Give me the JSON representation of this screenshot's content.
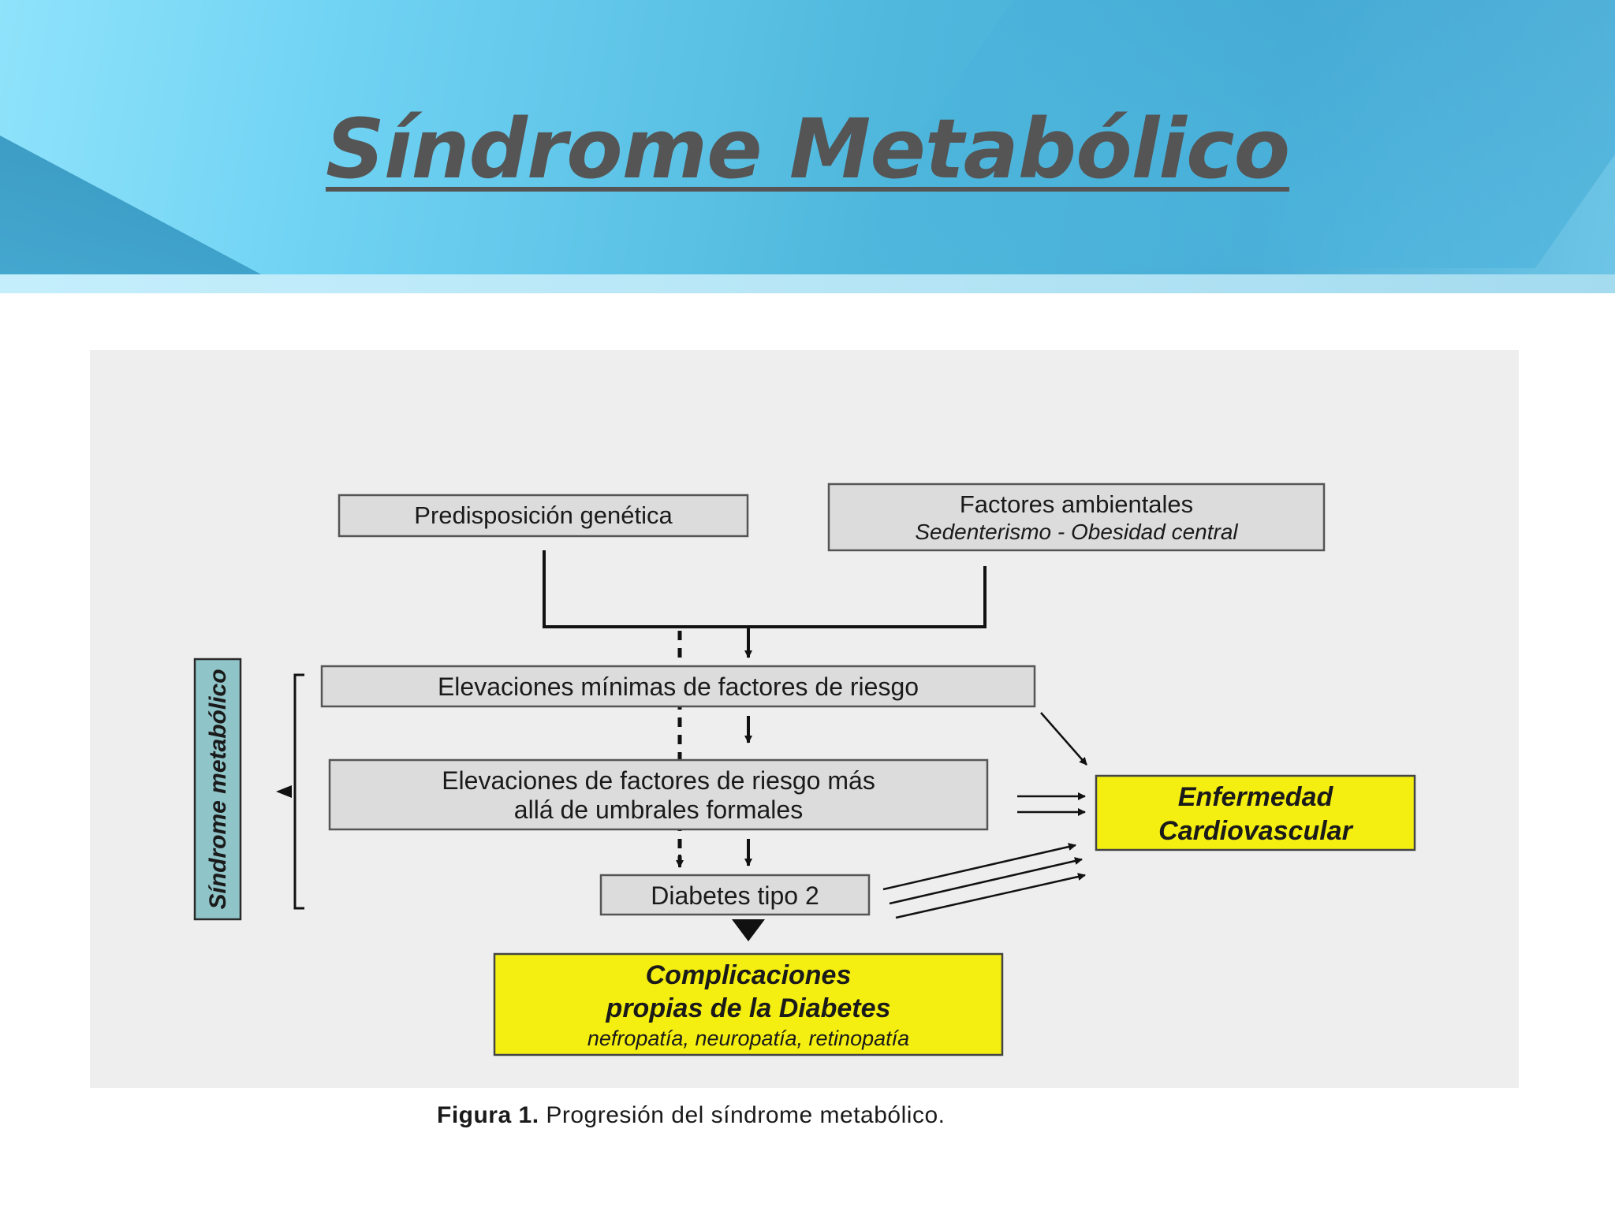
{
  "slide": {
    "title": "Síndrome Metabólico"
  },
  "diagram": {
    "side_label": "Síndrome metabólico",
    "nodes": {
      "genetic": "Predisposición genética",
      "environment": {
        "line1": "Factores ambientales",
        "line2": "Sedenterismo - Obesidad central"
      },
      "minimal": "Elevaciones mínimas de factores de riesgo",
      "beyond": {
        "line1": "Elevaciones de factores de riesgo más",
        "line2": "allá de umbrales formales"
      },
      "diabetes": "Diabetes tipo 2",
      "cardio": {
        "line1": "Enfermedad",
        "line2": "Cardiovascular"
      },
      "complications": {
        "line1": "Complicaciones",
        "line2": "propias de la Diabetes",
        "line3": "nefropatía, neuropatía, retinopatía"
      }
    },
    "colors": {
      "highlight": "#f4ee11",
      "box_fill": "#dcdcdc",
      "side_fill": "#8fc4c9",
      "panel": "#eeeeef"
    }
  },
  "caption": {
    "label": "Figura 1.",
    "text": "Progresión del síndrome metabólico."
  }
}
